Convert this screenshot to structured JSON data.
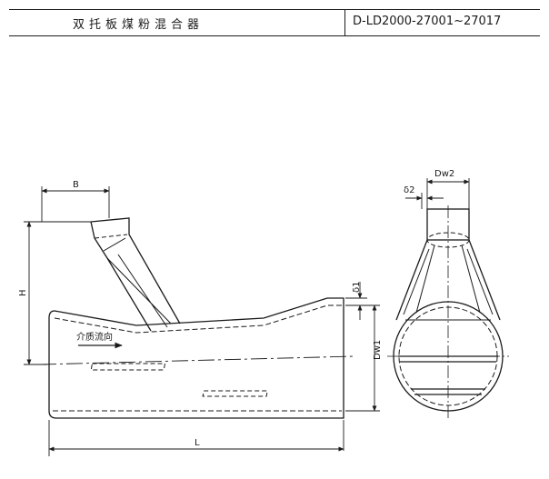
{
  "header": {
    "title": "双托板煤粉混合器",
    "code": "D-LD2000-27001~27017"
  },
  "labels": {
    "B": "B",
    "H": "H",
    "L": "L",
    "delta1": "δ1",
    "dw1": "Dw1",
    "dw2": "Dw2",
    "delta2": "δ2",
    "flow": "介质流向"
  },
  "colors": {
    "ink": "#1a1a1a"
  }
}
